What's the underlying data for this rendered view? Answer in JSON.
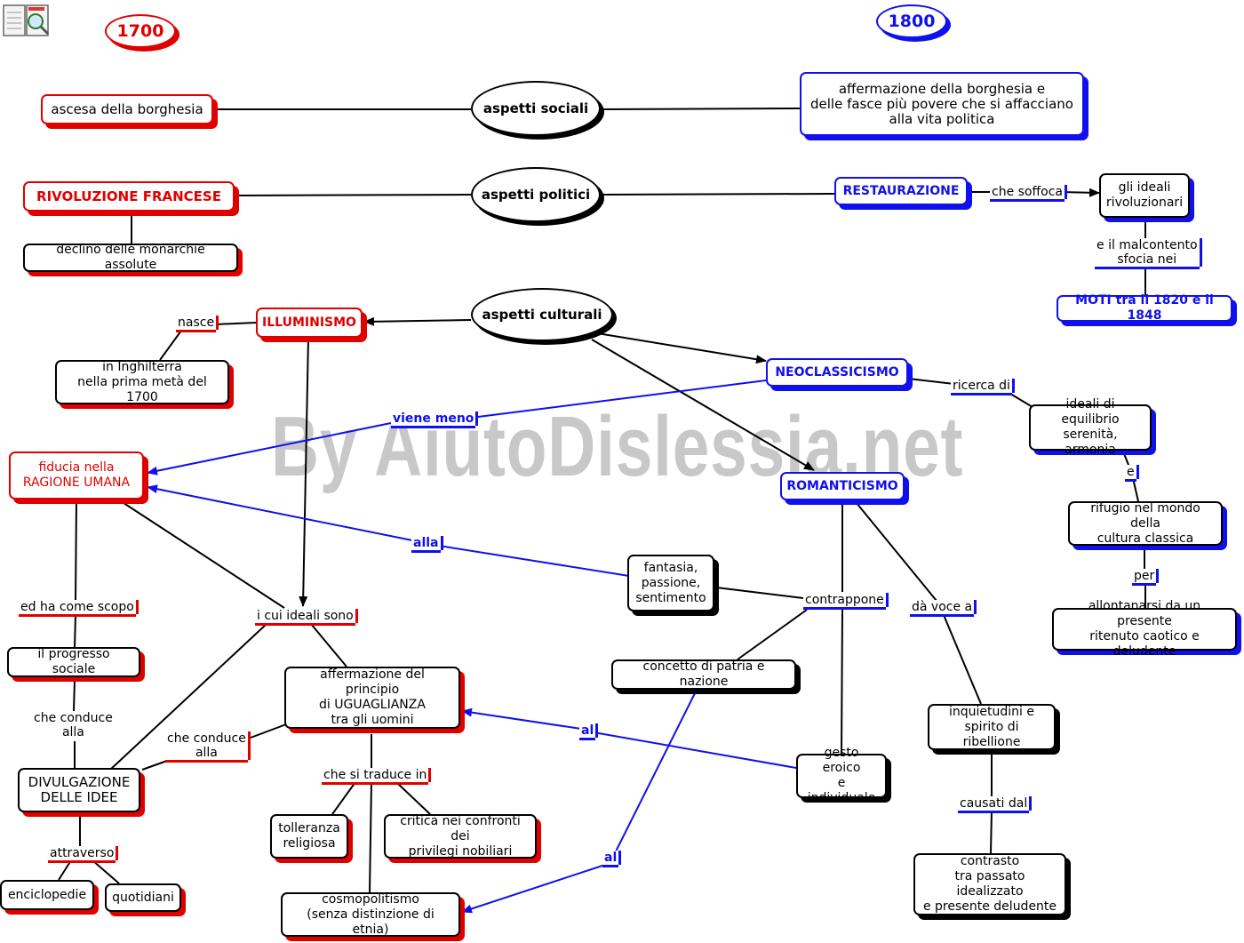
{
  "years": {
    "left": "1700",
    "right": "1800"
  },
  "watermark": "By AiutoDislessia.net",
  "ovals": {
    "sociali": "aspetti sociali",
    "politici": "aspetti politici",
    "culturali": "aspetti culturali"
  },
  "nodes": {
    "ascesa": "ascesa della borghesia",
    "affermazione_borghesia": "affermazione della borghesia e\ndelle fasce più povere che si affacciano\nalla vita politica",
    "rivoluzione": "RIVOLUZIONE FRANCESE",
    "declino": "declino delle monarchie assolute",
    "restaurazione": "RESTAURAZIONE",
    "ideali_riv": "gli ideali\nrivoluzionari",
    "moti": "MOTI tra il 1820 e il 1848",
    "illuminismo": "ILLUMINISMO",
    "inghilterra": "in Inghilterra\nnella prima metà del 1700",
    "neoclassicismo": "NEOCLASSICISMO",
    "equilibrio": "ideali di equilibrio\nserenità, armonia",
    "romanticismo": "ROMANTICISMO",
    "rifugio": "rifugio nel mondo della\ncultura classica",
    "allontanarsi": "allontanarsi da un presente\nritenuto caotico e deludente",
    "fiducia": "fiducia nella\nRAGIONE UMANA",
    "fantasia": "fantasia,\npassione,\nsentimento",
    "progresso": "il progresso sociale",
    "uguaglianza": "affermazione del principio\ndi UGUAGLIANZA\ntra gli uomini",
    "patria": "concetto di patria e nazione",
    "inquietudini": "inquietudini e\nspirito di ribellione",
    "divulgazione": "DIVULGAZIONE\nDELLE IDEE",
    "gesto": "gesto eroico\ne individuale",
    "tolleranza": "tolleranza\nreligiosa",
    "critica": "critica nei confronti dei\nprivilegi nobiliari",
    "contrasto": "contrasto\ntra passato idealizzato\ne presente deludente",
    "enciclopedie": "enciclopedie",
    "quotidiani": "quotidiani",
    "cosmopolitismo": "cosmopolitismo\n(senza distinzione di etnia)"
  },
  "links": {
    "soffoca": "che soffoca",
    "malcontento": "e il malcontento\nsfocia nei",
    "nasce": "nasce",
    "ricerca": "ricerca di",
    "viene_meno": "viene meno",
    "e": "e",
    "alla": "alla",
    "per": "per",
    "scopo": "ed ha come scopo",
    "ideali_sono": "i cui ideali sono",
    "contrappone": "contrappone",
    "voce": "dà voce a",
    "conduce1": "che conduce\nalla",
    "conduce2": "che conduce\nalla",
    "al1": "al",
    "traduce": "che si traduce in",
    "causati": "causati dal",
    "al2": "al",
    "attraverso": "attraverso"
  }
}
